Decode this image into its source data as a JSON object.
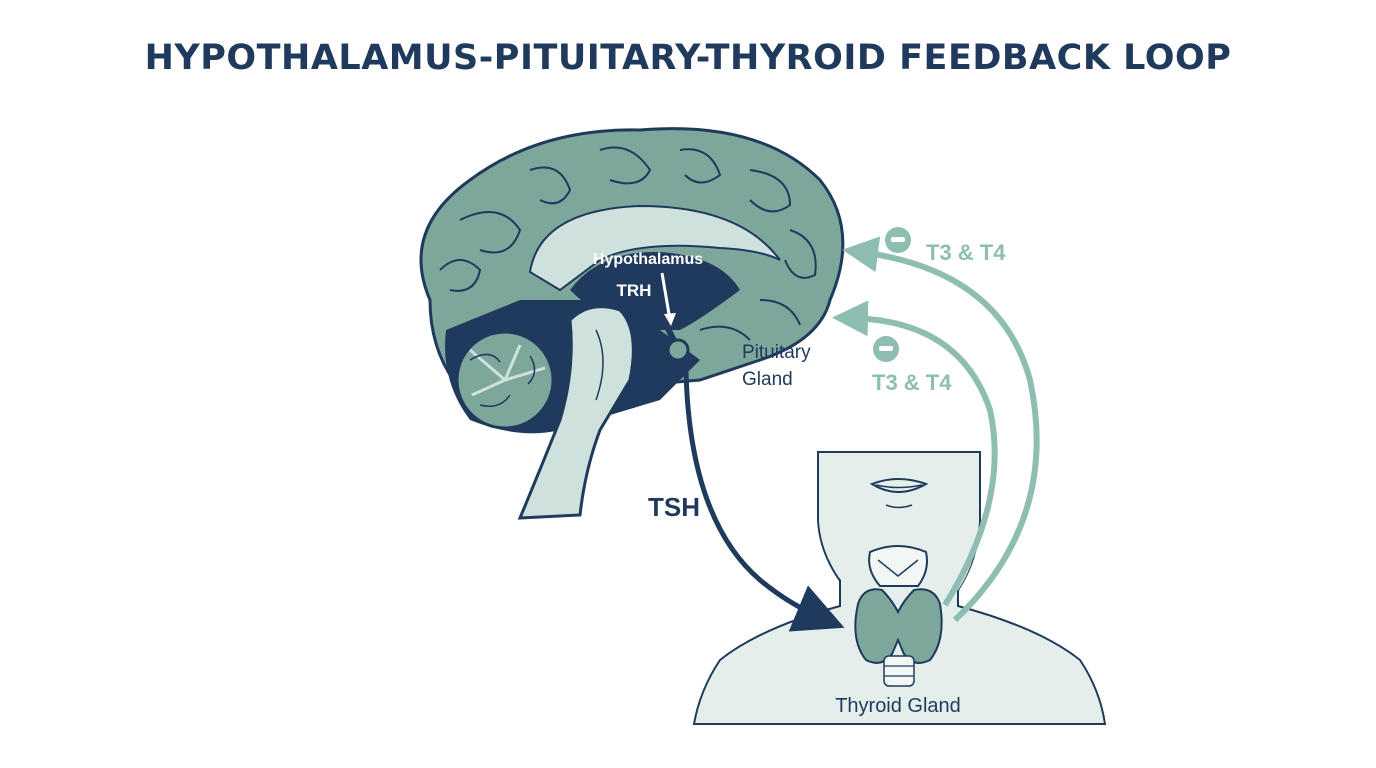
{
  "title": "HYPOTHALAMUS-PITUITARY-THYROID FEEDBACK LOOP",
  "labels": {
    "hypothalamus": "Hypothalamus",
    "trh": "TRH",
    "pituitary_line1": "Pituitary",
    "pituitary_line2": "Gland",
    "tsh": "TSH",
    "thyroid": "Thyroid Gland",
    "feedback_upper": "T3 & T4",
    "feedback_lower": "T3 & T4"
  },
  "colors": {
    "navy": "#1f3a5c",
    "brain_teal": "#7ea79c",
    "brain_line": "#1f3a5c",
    "light_teal": "#cfe1dc",
    "skin": "#e4efec",
    "feedback": "#8ebdb2",
    "thyroid": "#7ea79c"
  }
}
